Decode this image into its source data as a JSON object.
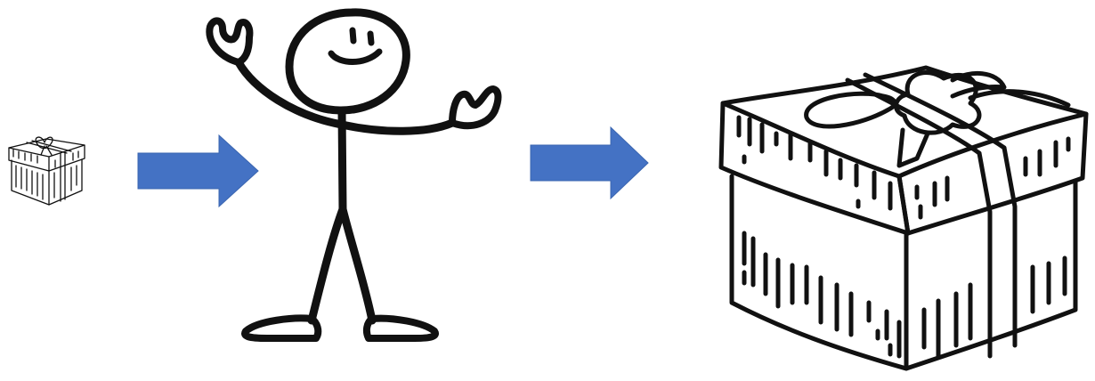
{
  "diagram": {
    "sequence": [
      "small-gift-box",
      "arrow",
      "stick-figure",
      "arrow",
      "large-gift-box"
    ],
    "arrow_color": "#4472C4",
    "ink_color": "#111111",
    "background": "#FFFFFF"
  }
}
